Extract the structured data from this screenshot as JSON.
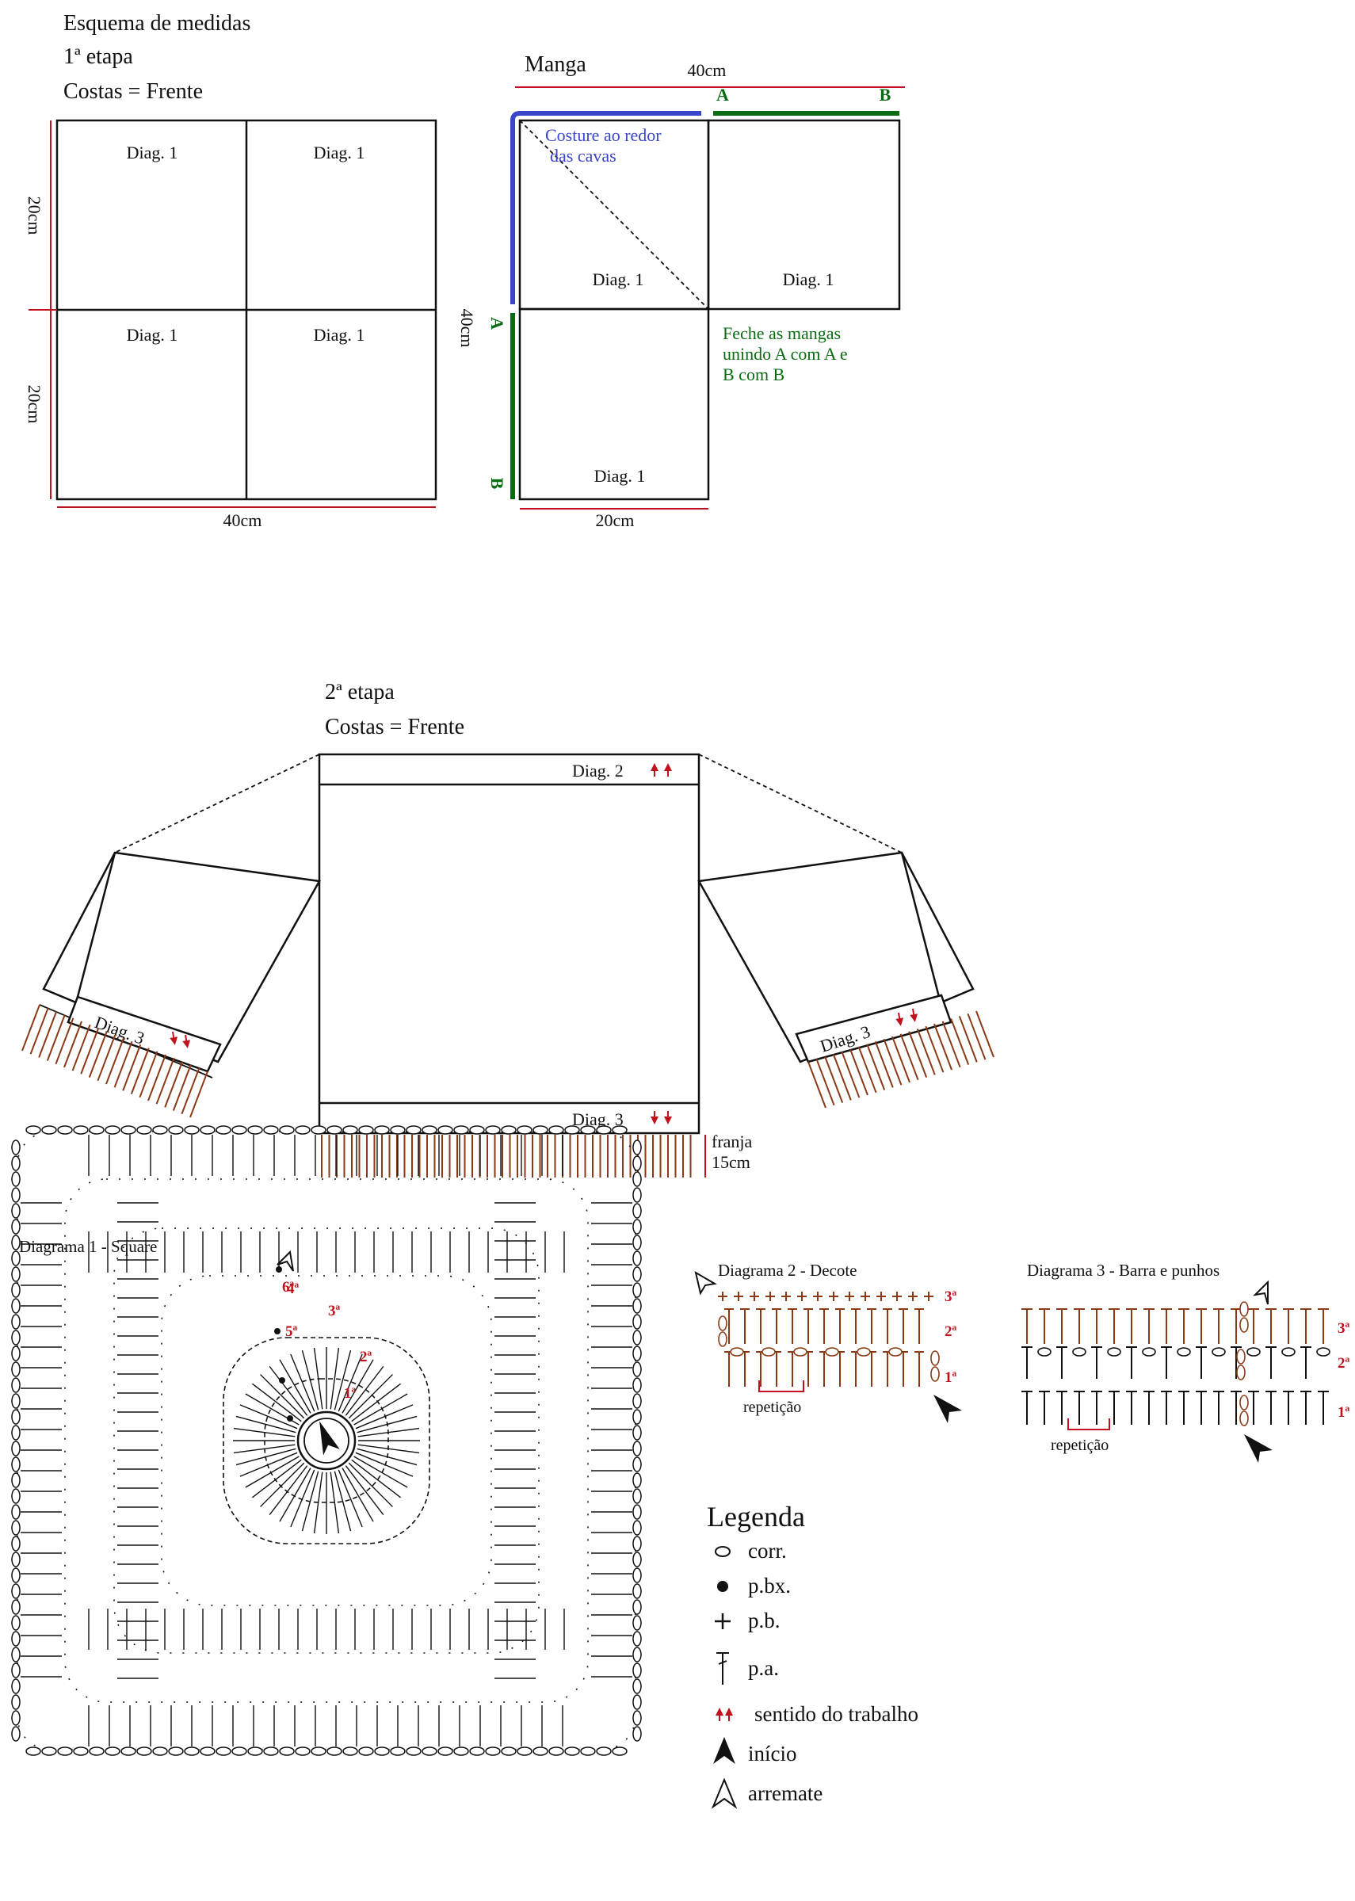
{
  "colors": {
    "measure_red": "#c0121c",
    "seam_blue": "#3a45c9",
    "seam_green": "#0a6b12",
    "fringe_brown": "#8a3a14",
    "line": "#111111"
  },
  "stage1": {
    "title": "Esquema de medidas",
    "stage": "1ª etapa",
    "subtitle": "Costas = Frente",
    "squares": [
      "Diag. 1",
      "Diag. 1",
      "Diag. 1",
      "Diag. 1"
    ],
    "width": "40cm",
    "height_top": "20cm",
    "height_bottom": "20cm"
  },
  "sleeve": {
    "title": "Manga",
    "top_measure": "40cm",
    "side_measure": "40cm",
    "bottom_measure": "20cm",
    "seam_note_line1": "Costure ao redor",
    "seam_note_line2": "das cavas",
    "close_note_line1": "Feche as mangas",
    "close_note_line2": "unindo A com A e",
    "close_note_line3": "B com B",
    "label_a": "A",
    "label_b": "B",
    "squares": [
      "Diag. 1",
      "Diag. 1",
      "Diag. 1"
    ]
  },
  "stage2": {
    "stage": "2ª etapa",
    "subtitle": "Costas = Frente",
    "neck_label": "Diag. 2",
    "hem_label": "Diag. 3",
    "cuff_left_label": "Diag. 3",
    "cuff_right_label": "Diag. 3",
    "fringe_label": "franja",
    "fringe_length": "15cm"
  },
  "diagram1": {
    "title": "Diagrama 1 - Square",
    "rounds": [
      "1ª",
      "2ª",
      "3ª",
      "4ª",
      "5ª",
      "6ª"
    ]
  },
  "diagram2": {
    "title": "Diagrama 2 - Decote",
    "rows": [
      "1ª",
      "2ª",
      "3ª"
    ],
    "repeat_label": "repetição"
  },
  "diagram3": {
    "title": "Diagrama 3 - Barra e punhos",
    "rows": [
      "1ª",
      "2ª",
      "3ª"
    ],
    "repeat_label": "repetição"
  },
  "legend": {
    "title": "Legenda",
    "items": [
      {
        "icon": "chain-stitch-icon",
        "label": "corr."
      },
      {
        "icon": "slip-stitch-icon",
        "label": "p.bx."
      },
      {
        "icon": "single-crochet-icon",
        "label": "p.b."
      },
      {
        "icon": "double-crochet-icon",
        "label": "p.a."
      },
      {
        "icon": "work-direction-icon",
        "label": "sentido do trabalho"
      },
      {
        "icon": "start-arrow-icon",
        "label": "início"
      },
      {
        "icon": "fasten-off-icon",
        "label": "arremate"
      }
    ]
  }
}
